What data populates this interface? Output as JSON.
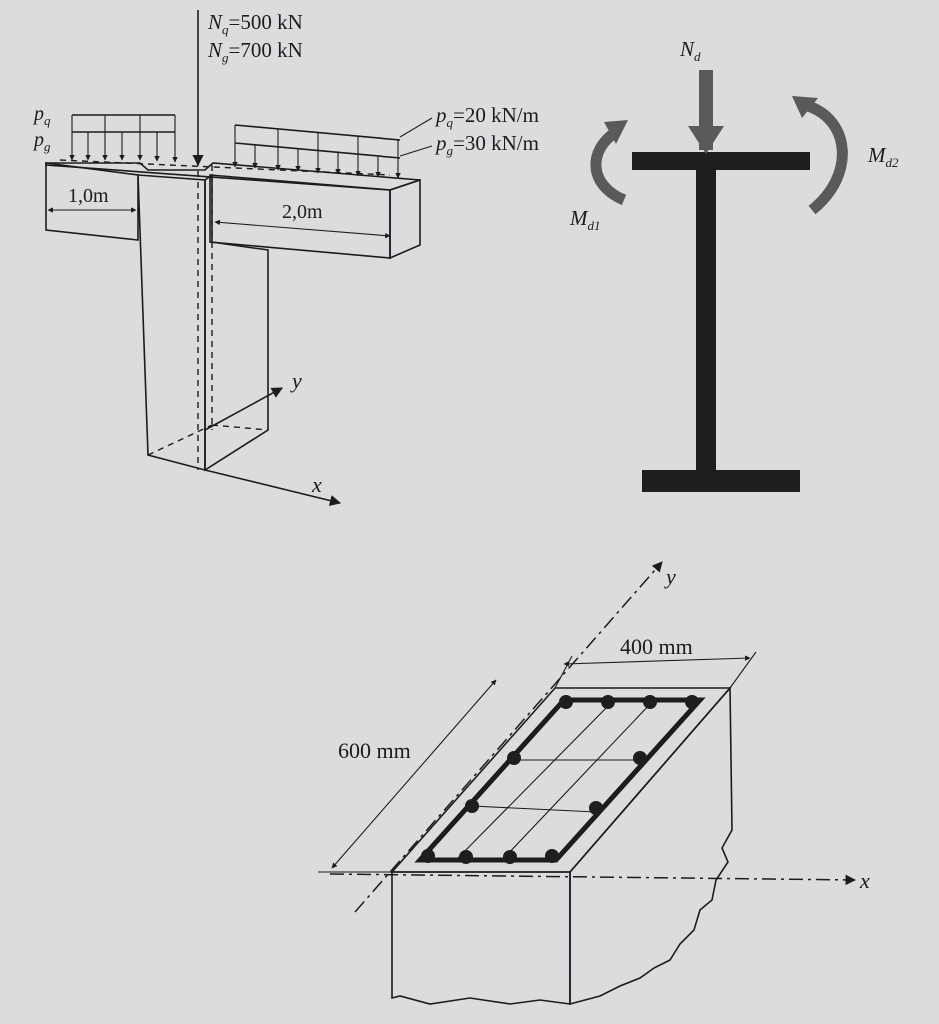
{
  "figure_a": {
    "nq_label": "N",
    "nq_sub": "q",
    "nq_value": "=500 kN",
    "ng_label": "N",
    "ng_sub": "g",
    "ng_value": "=700 kN",
    "pq_left_label": "p",
    "pq_left_sub": "q",
    "pg_left_label": "p",
    "pg_left_sub": "g",
    "pq_right_label": "p",
    "pq_right_sub": "q",
    "pq_right_value": "=20 kN/m",
    "pg_right_label": "p",
    "pg_right_sub": "g",
    "pg_right_value": "=30 kN/m",
    "left_span": "1,0m",
    "right_span": "2,0m",
    "axis_y": "y",
    "axis_x": "x"
  },
  "figure_b": {
    "nd_label": "N",
    "nd_sub": "d",
    "md1_label": "M",
    "md1_sub": "d1",
    "md2_label": "M",
    "md2_sub": "d2"
  },
  "figure_c": {
    "width_label": "400 mm",
    "depth_label": "600 mm",
    "axis_y": "y",
    "axis_x": "x"
  },
  "colors": {
    "ink": "#1c1c1e",
    "moment_arrow": "#5a5a5c",
    "background": "#dcdcdf"
  }
}
